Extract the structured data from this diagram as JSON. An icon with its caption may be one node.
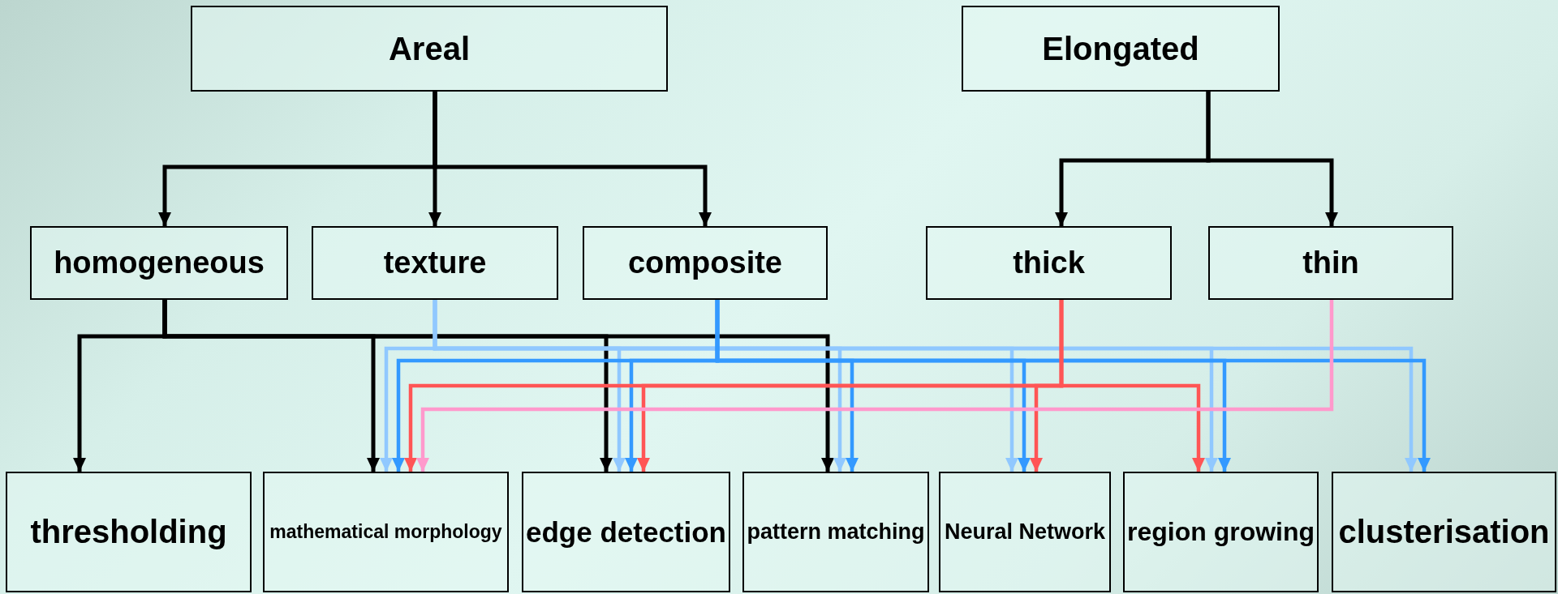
{
  "diagram": {
    "nodes": [
      {
        "text": [
          "Areal"
        ]
      },
      {
        "text": [
          "Elongated"
        ]
      },
      {
        "text": [
          "homogeneous"
        ]
      },
      {
        "text": [
          "texture"
        ]
      },
      {
        "text": [
          "composite"
        ]
      },
      {
        "text": [
          "thick"
        ]
      },
      {
        "text": [
          "thin"
        ]
      },
      {
        "text": [
          "thresholding"
        ]
      },
      {
        "text": [
          "mathematical morphology"
        ]
      },
      {
        "text": [
          "edge detection"
        ]
      },
      {
        "text": [
          "pattern matching"
        ]
      },
      {
        "text": [
          "Neural Network"
        ]
      },
      {
        "text": [
          "region growing"
        ]
      },
      {
        "text": [
          "clusterisation"
        ]
      }
    ],
    "edges": [
      {
        "from": 0,
        "to": 2,
        "arrow": "to"
      },
      {
        "from": 0,
        "to": 3,
        "arrow": "to"
      },
      {
        "from": 0,
        "to": 4,
        "arrow": "to"
      },
      {
        "from": 1,
        "to": 5,
        "arrow": "to"
      },
      {
        "from": 1,
        "to": 6,
        "arrow": "to"
      },
      {
        "from": 2,
        "to": 7,
        "arrow": "to"
      },
      {
        "from": 2,
        "to": 8,
        "arrow": "to"
      },
      {
        "from": 2,
        "to": 9,
        "arrow": "to"
      },
      {
        "from": 2,
        "to": 10,
        "arrow": "to"
      },
      {
        "from": 3,
        "to": 8,
        "arrow": "to",
        "color": "#90c8ff"
      },
      {
        "from": 3,
        "to": 9,
        "arrow": "to",
        "color": "#90c8ff"
      },
      {
        "from": 3,
        "to": 10,
        "arrow": "to",
        "color": "#90c8ff"
      },
      {
        "from": 3,
        "to": 11,
        "arrow": "to",
        "color": "#90c8ff"
      },
      {
        "from": 3,
        "to": 12,
        "arrow": "to",
        "color": "#90c8ff"
      },
      {
        "from": 3,
        "to": 13,
        "arrow": "to",
        "color": "#90c8ff"
      },
      {
        "from": 4,
        "to": 8,
        "arrow": "to",
        "color": "#3399ff"
      },
      {
        "from": 4,
        "to": 9,
        "arrow": "to",
        "color": "#3399ff"
      },
      {
        "from": 4,
        "to": 10,
        "arrow": "to",
        "color": "#3399ff"
      },
      {
        "from": 4,
        "to": 11,
        "arrow": "to",
        "color": "#3399ff"
      },
      {
        "from": 4,
        "to": 12,
        "arrow": "to",
        "color": "#3399ff"
      },
      {
        "from": 4,
        "to": 13,
        "arrow": "to",
        "color": "#3399ff"
      },
      {
        "from": 5,
        "to": 8,
        "arrow": "to",
        "color": "#ff5555"
      },
      {
        "from": 5,
        "to": 9,
        "arrow": "to",
        "color": "#ff5555"
      },
      {
        "from": 5,
        "to": 11,
        "arrow": "to",
        "color": "#ff5555"
      },
      {
        "from": 5,
        "to": 12,
        "arrow": "to",
        "color": "#ff5555"
      },
      {
        "from": 6,
        "to": 8,
        "arrow": "to",
        "color": "#ff99cc"
      }
    ]
  }
}
